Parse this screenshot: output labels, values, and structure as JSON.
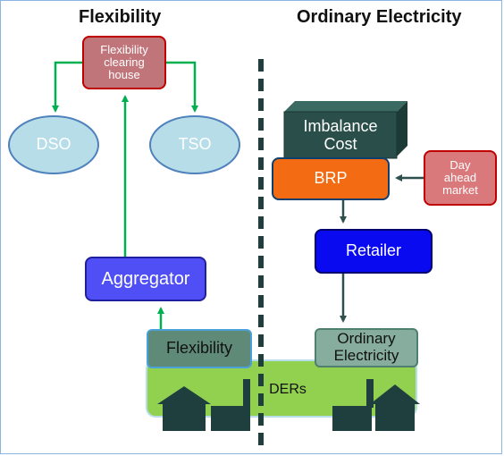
{
  "headers": {
    "left": "Flexibility",
    "right": "Ordinary Electricity"
  },
  "nodes": {
    "clearing_house": "Flexibility\nclearing\nhouse",
    "dso": "DSO",
    "tso": "TSO",
    "aggregator": "Aggregator",
    "flexibility": "Flexibility",
    "imbalance_cost": "Imbalance\nCost",
    "brp": "BRP",
    "day_ahead_market": "Day\nahead\nmarket",
    "retailer": "Retailer",
    "ordinary_electricity": "Ordinary\nElectricity",
    "ders": "DERs"
  },
  "colors": {
    "clearing_house_fill": "#c0757a",
    "ellipse_fill": "#b7dde8",
    "aggregator_fill": "#4f4ff5",
    "flexibility_fill": "#5f8a78",
    "imbalance_fill": "#2a4f4a",
    "brp_fill": "#f36c14",
    "day_ahead_fill": "#d9797b",
    "retailer_fill": "#0a0af0",
    "ordinary_fill": "#86ad9e",
    "ders_fill": "#92d050",
    "green_arrow": "#00b050",
    "dark_arrow": "#2f4f4f",
    "divider": "#1f3f3f",
    "house": "#1f3f3f"
  }
}
